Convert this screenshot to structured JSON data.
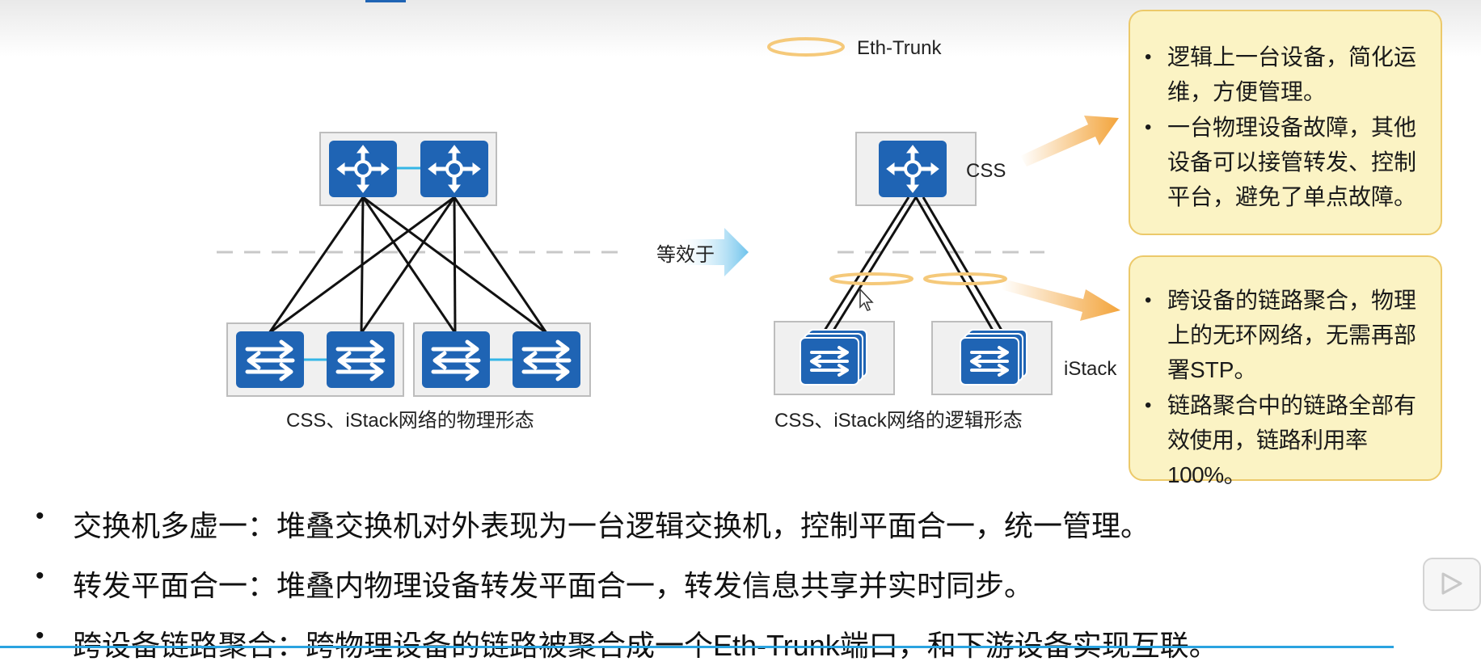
{
  "legend": {
    "label": "Eth-Trunk"
  },
  "diagram": {
    "left_caption": "CSS、iStack网络的物理形态",
    "right_caption": "CSS、iStack网络的逻辑形态",
    "equivalent_label": "等效于",
    "css_label": "CSS",
    "istack_label": "iStack"
  },
  "top_box": {
    "items": [
      [
        "逻辑上一台设备，简化运",
        "维，方便管理。"
      ],
      [
        "一台物理设备故障，其他",
        "设备可以接管转发、控制",
        "平台，避免了单点故障。"
      ]
    ]
  },
  "bottom_box": {
    "items": [
      [
        "跨设备的链路聚合，物理",
        "上的无环网络，无需再部",
        "署STP。"
      ],
      [
        "链路聚合中的链路全部有",
        "效使用，链路利用率100%。"
      ]
    ]
  },
  "bullets": [
    "交换机多虚一：堆叠交换机对外表现为一台逻辑交换机，控制平面合一，统一管理。",
    "转发平面合一：堆叠内物理设备转发平面合一，转发信息共享并实时同步。",
    "跨设备链路聚合：跨物理设备的链路被聚合成一个Eth-Trunk端口，和下游设备实现互联。"
  ],
  "colors": {
    "device_blue": "#1f64b4",
    "panel_fill": "#fbf3c4",
    "panel_border": "#ecc96a",
    "trunk_ring": "#f5c97a",
    "arrow_orange": "#f3a43b",
    "equiv_arrow": "#6ec3ec"
  },
  "icons": [
    "router-icon",
    "switch-icon",
    "stack-switch-icon",
    "arrow-right-icon",
    "play-icon",
    "cursor-icon"
  ]
}
